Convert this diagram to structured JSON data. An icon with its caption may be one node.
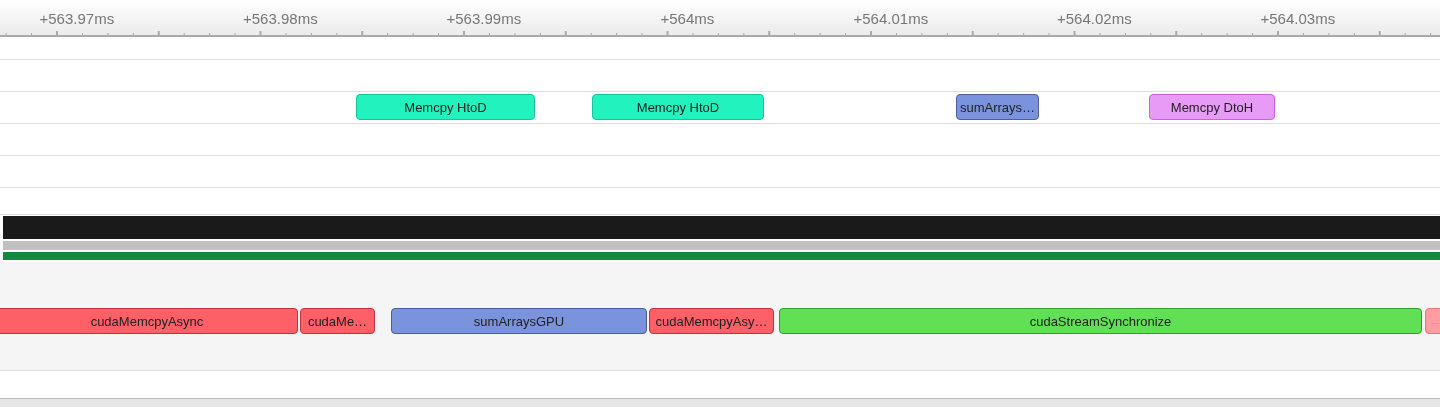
{
  "diagram": {
    "nodes": [
      {
        "text": [
          "Memcpy HtoD"
        ]
      },
      {
        "text": [
          "Memcpy HtoD"
        ]
      },
      {
        "text": [
          "sumArrays…"
        ]
      },
      {
        "text": [
          "Memcpy DtoH"
        ]
      },
      {
        "text": [
          "cudaMemcpyAsync"
        ]
      },
      {
        "text": [
          "cudaMe…"
        ]
      },
      {
        "text": [
          "sumArraysGPU"
        ]
      },
      {
        "text": [
          "cudaMemcpyAsy…"
        ]
      },
      {
        "text": [
          "cudaStreamSynchronize"
        ]
      },
      {
        "text": [
          "…"
        ]
      }
    ],
    "labels": [
      "+563.97ms",
      "+563.98ms",
      "+563.99ms",
      "+564ms",
      "+564.01ms",
      "+564.02ms",
      "+564.03ms"
    ]
  }
}
